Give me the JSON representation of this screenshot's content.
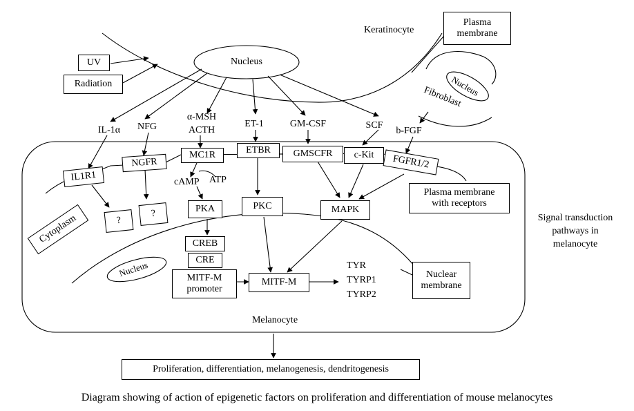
{
  "labels": {
    "keratinocyte": "Keratinocyte",
    "plasma_membrane_top": [
      "Plasma",
      "membrane"
    ],
    "uv": "UV",
    "radiation": "Radiation",
    "nucleus_top": "Nucleus",
    "fibroblast_nucleus": "Nucleus",
    "fibroblast": "Fibroblast",
    "ligands": {
      "il1a": "IL-1α",
      "nfg": "NFG",
      "amsh": "α-MSH",
      "acth": "ACTH",
      "et1": "ET-1",
      "gmcsf": "GM-CSF",
      "scf": "SCF",
      "bfgf": "b-FGF"
    },
    "receptors": {
      "il1r1": "IL1R1",
      "ngfr": "NGFR",
      "mc1r": "MC1R",
      "etbr": "ETBR",
      "gmscfr": "GMSCFR",
      "ckit": "c-Kit",
      "fgfr": "FGFR1/2"
    },
    "camp": "cAMP",
    "atp": "ATP",
    "q1": "?",
    "q2": "?",
    "pka": "PKA",
    "pkc": "PKC",
    "mapk": "MAPK",
    "plasma_membrane_receptors": [
      "Plasma membrane",
      "with receptors"
    ],
    "cytoplasm": "Cytoplasm",
    "creb": "CREB",
    "cre": "CRE",
    "nucleus_inner": "Nucleus",
    "mitfm_promoter": [
      "MITF-M",
      "promoter"
    ],
    "mitfm": "MITF-M",
    "tyr": "TYR",
    "tyrp1": "TYRP1",
    "tyrp2": "TYRP2",
    "nuclear_membrane": [
      "Nuclear",
      "membrane"
    ],
    "signal_transduction": [
      "Signal transduction",
      "pathways in",
      "melanocyte"
    ],
    "melanocyte": "Melanocyte",
    "outcome": "Proliferation, differentiation, melanogenesis, dendritogenesis"
  },
  "caption": "Diagram showing of action of epigenetic factors on proliferation and differentiation of mouse melanocytes"
}
